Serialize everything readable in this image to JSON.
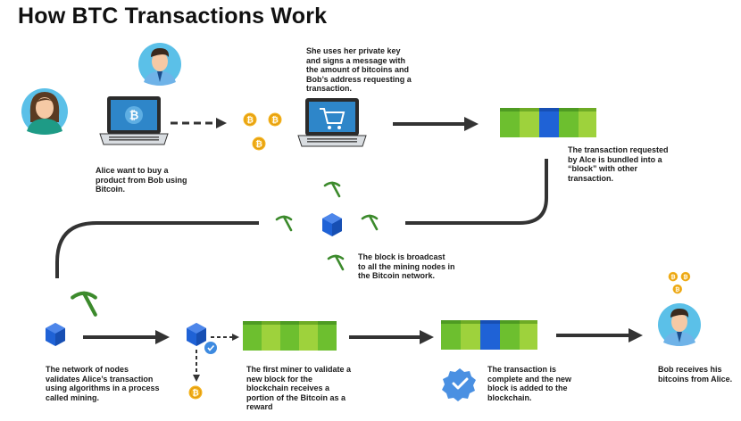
{
  "title": "How BTC Transactions Work",
  "captions": {
    "alice_buy": [
      "Alice want to buy a",
      "product from Bob using",
      "Bitcoin."
    ],
    "sign": [
      "She uses her private key",
      "and signs a message with",
      "the amount of bitcoins and",
      "Bob’s address requesting a",
      "transaction."
    ],
    "bundled": [
      "The transaction requested",
      "by Alce is bundled into a",
      "“block” with other",
      "transaction."
    ],
    "broadcast": [
      "The block is broadcast",
      "to all the mining nodes in",
      "the Bitcoin network."
    ],
    "mining": [
      "The network of nodes",
      "validates Alice’s transaction",
      "using algorithms in a process",
      "called mining."
    ],
    "reward": [
      "The first miner to validate a",
      "new block for the",
      "blockchain receives a",
      "portion of the Bitcoin as a",
      "reward"
    ],
    "complete": [
      "The transaction is",
      "complete and the new",
      "block is added to the",
      "blockchain."
    ],
    "bob_receives": [
      "Bob receives his",
      "bitcoins from Alice."
    ]
  },
  "icons": {
    "bitcoin_symbol": "₿"
  },
  "colors": {
    "green_dark": "#5aa52e",
    "green_light": "#8cd13a",
    "lime": "#a8d630",
    "blue": "#1f62d6",
    "arrow": "#333333",
    "laptop_screen": "#2e86c9",
    "coin": "#f4b31e",
    "pick": "#3c8a2c"
  }
}
